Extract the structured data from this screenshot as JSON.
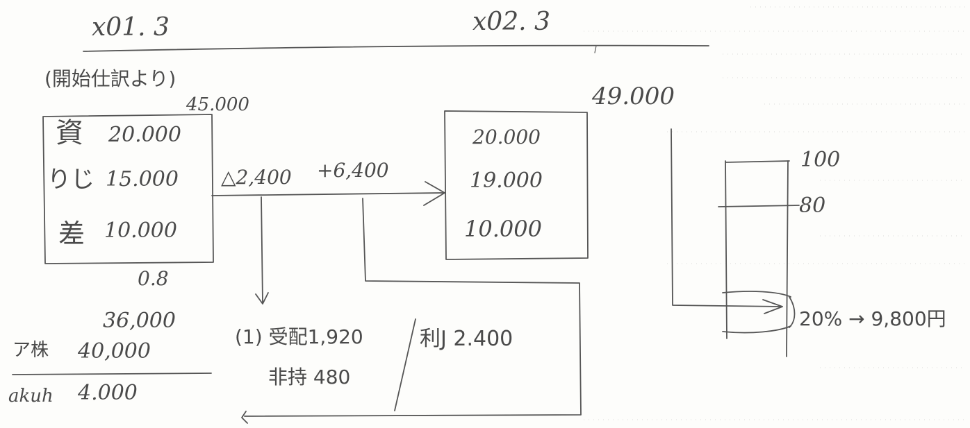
{
  "headers": {
    "left_date": "x01. 3",
    "right_date": "x02. 3"
  },
  "start": {
    "caption": "(開始仕訳より)",
    "total": "45.000",
    "rows": [
      {
        "label": "資",
        "value": "20.000"
      },
      {
        "label": "りじ",
        "value": "15.000"
      },
      {
        "label": "差",
        "value": "10.000"
      }
    ]
  },
  "flow": {
    "decrease": "△2,400",
    "increase": "+6,400"
  },
  "end": {
    "total": "49.000",
    "rows": [
      {
        "value": "20.000"
      },
      {
        "value": "19.000"
      },
      {
        "value": "10.000"
      }
    ]
  },
  "bottom_left": {
    "ratio": "0.8",
    "share_value": "36,000",
    "label_row": "ア株",
    "label_value": "40,000",
    "diff_label": "akuh",
    "diff_value": "4.000"
  },
  "entry": {
    "line1": "(1) 受配1,920",
    "line2": "非持 480",
    "right": "利J 2.400"
  },
  "scale": {
    "top": "100",
    "mid": "80",
    "note": "20% → 9,800円"
  }
}
